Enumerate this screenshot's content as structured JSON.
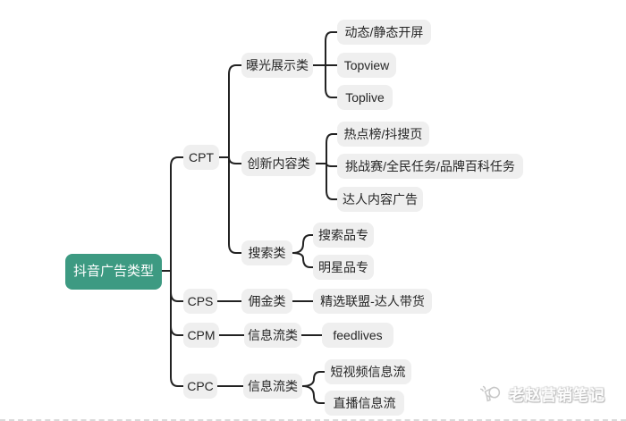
{
  "colors": {
    "background": "#ffffff",
    "root_node_bg": "#3d9a82",
    "root_node_text": "#ffffff",
    "branch_node_bg": "#efefef",
    "branch_node_text": "#262626",
    "connector_line": "#222222",
    "watermark_text": "#fdfdfd",
    "bottom_dashed_line": "#d9d9d9"
  },
  "mindmap": {
    "root": {
      "label": "抖音广告类型"
    },
    "nodes": {
      "cpt": "CPT",
      "exposure": "曝光展示类",
      "splash": "动态/静态开屏",
      "topview": "Topview",
      "toplive": "Toplive",
      "innovation": "创新内容类",
      "hotlist": "热点榜/抖搜页",
      "challenge": "挑战赛/全民任务/品牌百科任务",
      "kol_content": "达人内容广告",
      "search": "搜索类",
      "search_brand": "搜索品专",
      "star_brand": "明星品专",
      "cps": "CPS",
      "commission": "佣金类",
      "alliance": "精选联盟-达人带货",
      "cpm": "CPM",
      "feed_cpm": "信息流类",
      "feedlives": "feedlives",
      "cpc": "CPC",
      "feed_cpc": "信息流类",
      "short_video_feed": "短视频信息流",
      "live_feed": "直播信息流"
    }
  },
  "watermark": {
    "text": "老赵营销笔记",
    "icon": "megaphone-icon"
  }
}
